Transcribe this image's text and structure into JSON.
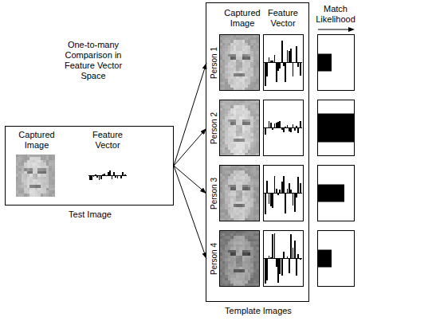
{
  "diagram": {
    "nodes": [
      {
        "text": [
          "Captured Image",
          "Feature Vector",
          "Test Image"
        ]
      },
      {
        "text": [
          "Captured Image",
          "Feature Vector",
          "Template Images"
        ]
      },
      {
        "text": [
          "Person 1"
        ],
        "in": 1
      },
      {
        "text": [
          "Person 2"
        ],
        "in": 1
      },
      {
        "text": [
          "Person 3"
        ],
        "in": 1
      },
      {
        "text": [
          "Person 4"
        ],
        "in": 1
      }
    ],
    "edges": [
      {
        "from": 0,
        "to": 2,
        "arrow": "to"
      },
      {
        "from": 0,
        "to": 3,
        "arrow": "to"
      },
      {
        "from": 0,
        "to": 4,
        "arrow": "to"
      },
      {
        "from": 0,
        "to": 5,
        "arrow": "to"
      }
    ],
    "labels": [
      "One-to-many Comparison in Feature Vector Space",
      "Match Likelihood"
    ]
  }
}
